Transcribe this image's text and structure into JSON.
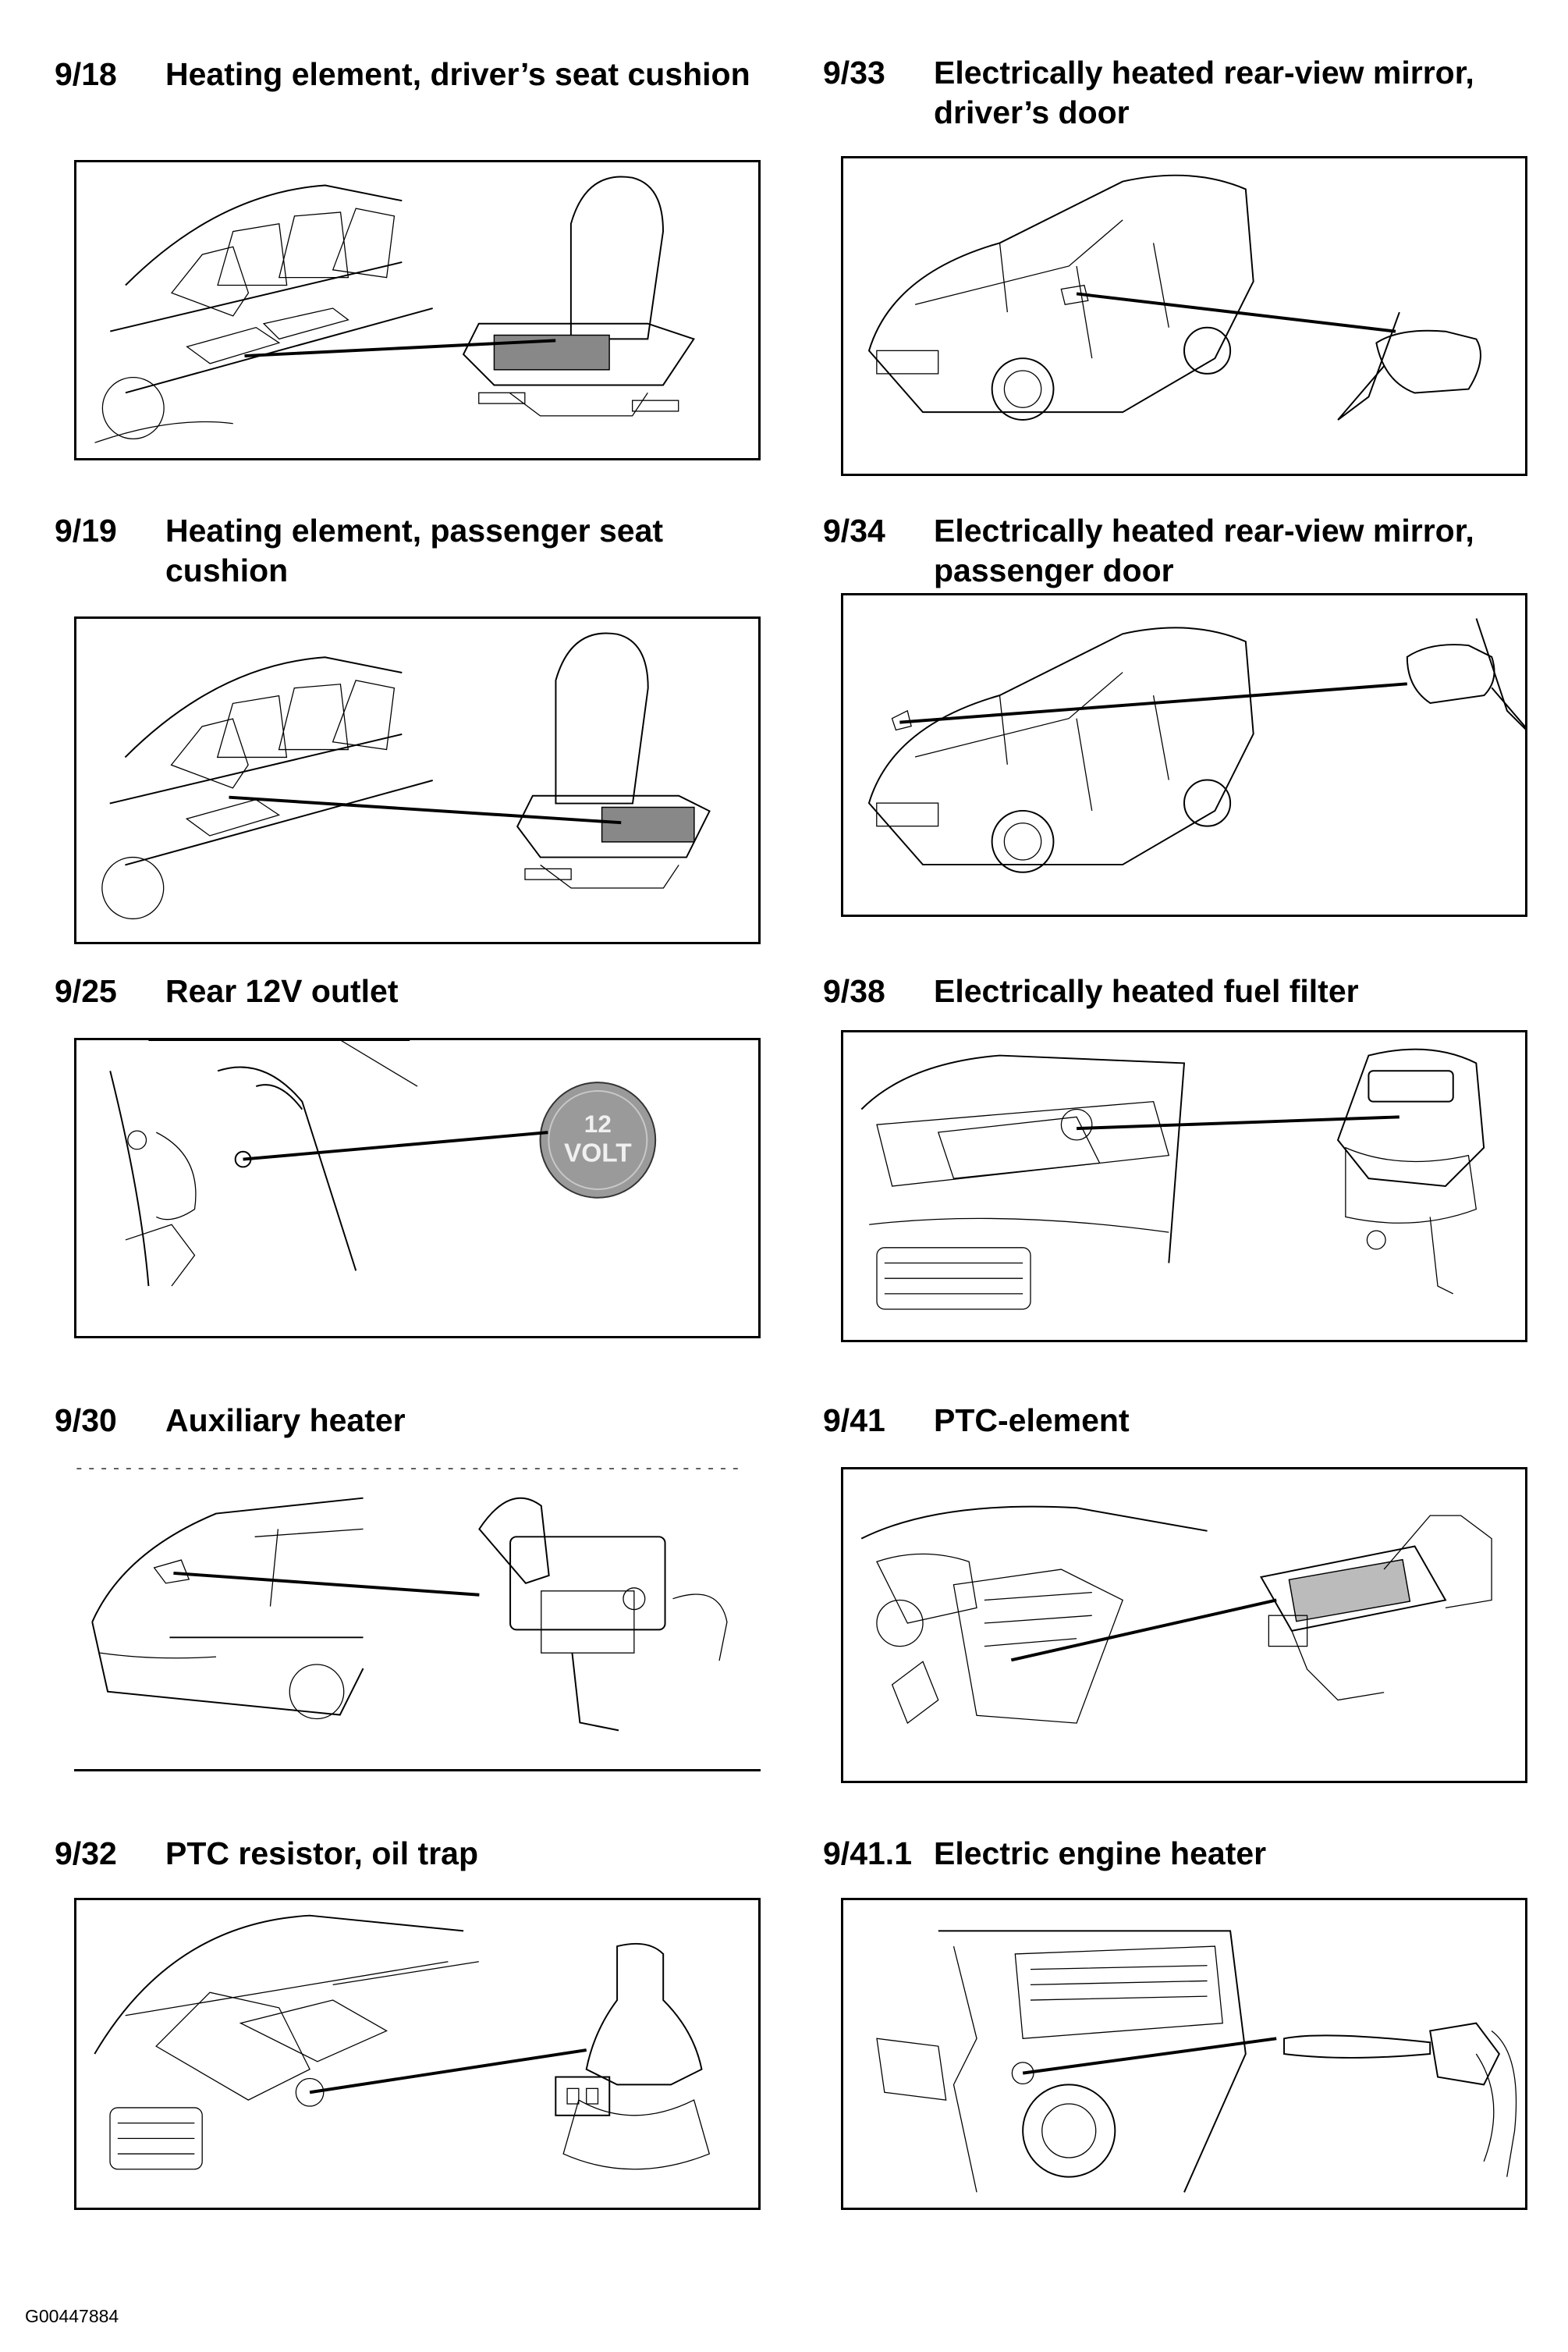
{
  "entries": [
    {
      "code": "9/18",
      "title": "Heating element, driver’s seat cushion"
    },
    {
      "code": "9/19",
      "title": "Heating element, passenger seat cushion"
    },
    {
      "code": "9/25",
      "title": "Rear 12V outlet"
    },
    {
      "code": "9/30",
      "title": "Auxiliary heater"
    },
    {
      "code": "9/32",
      "title": "PTC resistor, oil trap"
    },
    {
      "code": "9/33",
      "title": "Electrically heated rear-view mirror, driver’s door"
    },
    {
      "code": "9/34",
      "title": "Electrically heated rear-view mirror, passenger door"
    },
    {
      "code": "9/38",
      "title": "Electrically heated fuel filter"
    },
    {
      "code": "9/41",
      "title": "PTC-element"
    },
    {
      "code": "9/41.1",
      "title": "Electric engine heater"
    }
  ],
  "outlet_label": {
    "line1": "12",
    "line2": "VOLT"
  },
  "figure_id": "G00447884"
}
